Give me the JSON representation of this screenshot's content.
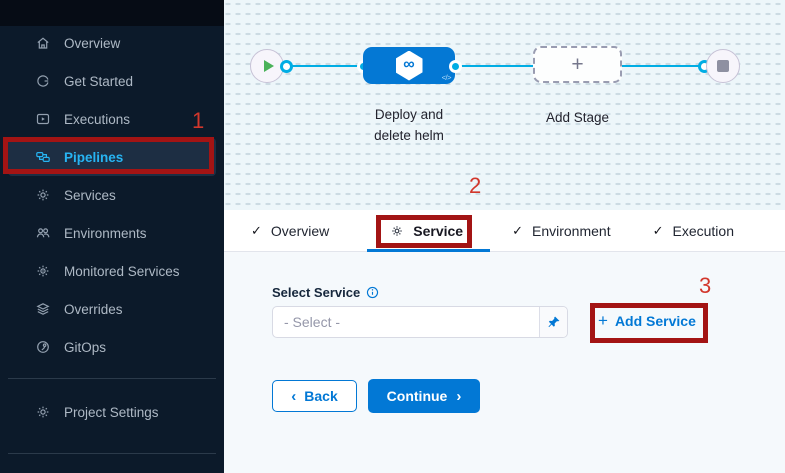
{
  "sidebar": {
    "items": [
      {
        "label": "Overview",
        "icon": "home-icon"
      },
      {
        "label": "Get Started",
        "icon": "get-started-icon"
      },
      {
        "label": "Executions",
        "icon": "executions-icon"
      },
      {
        "label": "Pipelines",
        "icon": "pipelines-icon",
        "active": true
      },
      {
        "label": "Services",
        "icon": "services-icon"
      },
      {
        "label": "Environments",
        "icon": "environments-icon"
      },
      {
        "label": "Monitored Services",
        "icon": "monitored-services-icon"
      },
      {
        "label": "Overrides",
        "icon": "overrides-icon"
      },
      {
        "label": "GitOps",
        "icon": "gitops-icon"
      }
    ],
    "footer_item": {
      "label": "Project Settings",
      "icon": "gear-icon"
    }
  },
  "pipeline": {
    "stage_label_line1": "Deploy and",
    "stage_label_line2": "delete helm",
    "add_stage_label": "Add Stage",
    "stage_icon": "cd-infinity-hexagon-icon",
    "start_icon": "play-icon",
    "end_icon": "stop-icon"
  },
  "glyphs": {
    "check": "✓",
    "plus": "+",
    "infinity": "∞",
    "code": "</>",
    "back_chevron": "‹",
    "forward_chevron": "›"
  },
  "tabs": [
    {
      "label": "Overview"
    },
    {
      "label": "Service",
      "active": true
    },
    {
      "label": "Environment"
    },
    {
      "label": "Execution"
    }
  ],
  "form": {
    "select_label": "Select Service",
    "select_placeholder": "- Select -",
    "add_service_label": "Add Service",
    "back_label": "Back",
    "continue_label": "Continue"
  },
  "annotations": {
    "one": "1",
    "two": "2",
    "three": "3"
  },
  "colors": {
    "primary_blue": "#0278d5",
    "connector_cyan": "#00ade4",
    "annotation_red": "#a31414",
    "sidebar_bg": "#0c1a2a",
    "sidebar_active_text": "#27b4f2",
    "canvas_bg": "#edf6fa"
  }
}
